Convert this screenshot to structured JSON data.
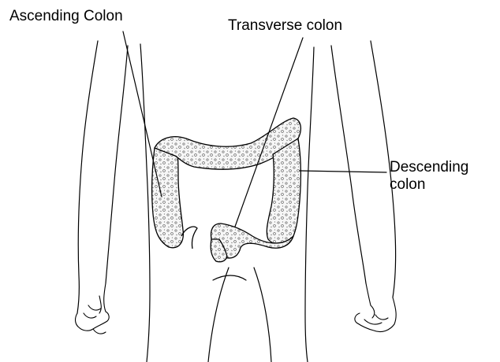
{
  "labels": {
    "ascending_colon": "Ascending Colon",
    "transverse_colon": "Transverse colon",
    "descending_colon_line1": "Descending",
    "descending_colon_line2": "colon"
  },
  "colors": {
    "ink": "#000000",
    "background": "#ffffff",
    "colon_fill": "#f3f3f3"
  }
}
